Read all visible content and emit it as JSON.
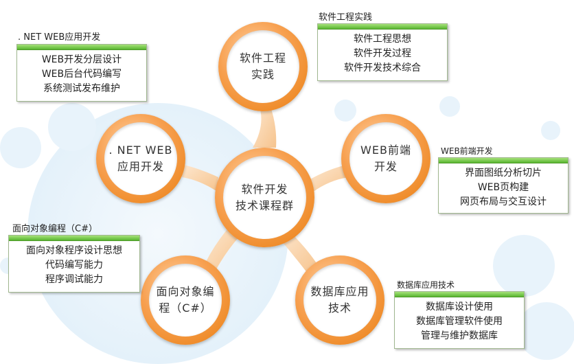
{
  "center": {
    "label": "软件开发\n技术课程群"
  },
  "nodes": {
    "se": {
      "label": "软件工程\n实践"
    },
    "web": {
      "label": "WEB前端\n开发"
    },
    "db": {
      "label": "数据库应用\n技术"
    },
    "oop": {
      "label": "面向对象编\n程（C#）"
    },
    "net": {
      "label": ". NET  WEB\n应用开发"
    }
  },
  "boxes": {
    "se": {
      "title": "软件工程实践",
      "items": [
        "软件工程思想",
        "软件开发过程",
        "软件开发技术综合"
      ]
    },
    "net": {
      "title": ". NET  WEB应用开发",
      "items": [
        "WEB开发分层设计",
        "WEB后台代码编写",
        "系统测试发布维护"
      ]
    },
    "web": {
      "title": "WEB前端开发",
      "items": [
        "界面图纸分析切片",
        "WEB页构建",
        "网页布局与交互设计"
      ]
    },
    "oop": {
      "title": "面向对象编程（C#）",
      "items": [
        "面向对象程序设计思想",
        "代码编写能力",
        "程序调试能力"
      ]
    },
    "db": {
      "title": "数据库应用技术",
      "items": [
        "数据库设计使用",
        "数据库管理软件使用",
        "管理与维护数据库"
      ]
    }
  },
  "colors": {
    "accent": "#f0962e",
    "box_header": "#6cc33c",
    "bubble": "#e3f1fa"
  }
}
